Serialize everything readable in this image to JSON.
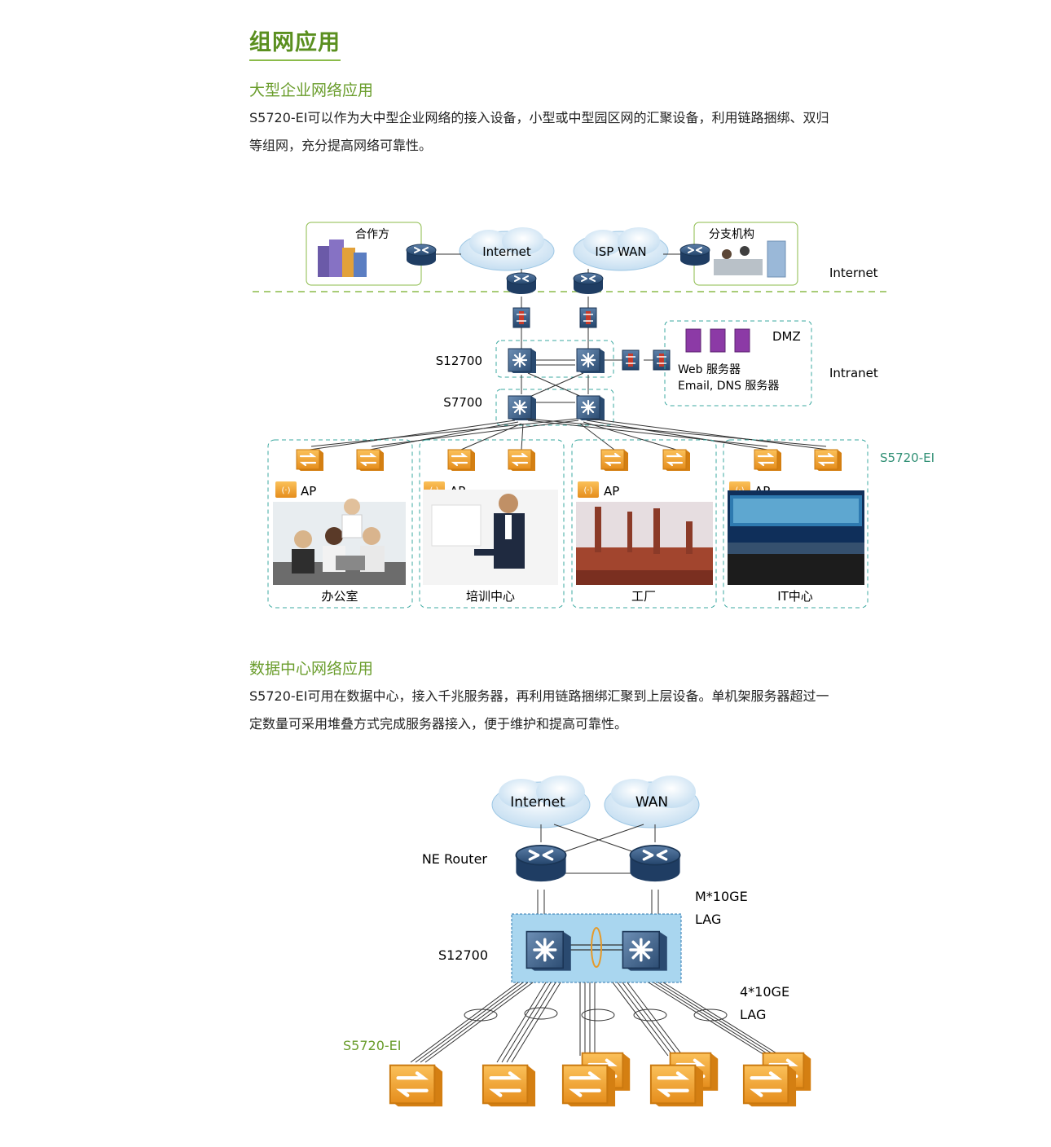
{
  "heading": "组网应用",
  "section1": {
    "title": "大型企业网络应用",
    "para_line1": "S5720-EI可以作为大中型企业网络的接入设备，小型或中型园区网的汇聚设备，利用链路捆绑、双归",
    "para_line2": "等组网，充分提高网络可靠性。"
  },
  "diagram1": {
    "partner": "合作方",
    "internet_cloud": "Internet",
    "isp_cloud": "ISP WAN",
    "branch": "分支机构",
    "zone_internet": "Internet",
    "zone_intranet": "Intranet",
    "core_label": "S12700",
    "agg_label": "S7700",
    "dmz_label": "DMZ",
    "dmz_line1": "Web 服务器",
    "dmz_line2": "Email, DNS 服务器",
    "access_label": "S5720-EI",
    "ap_label": "AP",
    "sites": [
      "办公室",
      "培训中心",
      "工厂",
      "IT中心"
    ]
  },
  "section2": {
    "title": "数据中心网络应用",
    "para_line1": "S5720-EI可用在数据中心，接入千兆服务器，再利用链路捆绑汇聚到上层设备。单机架服务器超过一",
    "para_line2": "定数量可采用堆叠方式完成服务器接入，便于维护和提高可靠性。"
  },
  "diagram2": {
    "cloud1": "Internet",
    "cloud2": "WAN",
    "router_label": "NE Router",
    "lag1_line1": "M*10GE",
    "lag1_line2": "LAG",
    "core_label": "S12700",
    "lag2_line1": "4*10GE",
    "lag2_line2": "LAG",
    "access_label": "S5720-EI"
  },
  "colors": {
    "accent_green": "#6a9d2c",
    "switch_orange": "#f0a53a",
    "router_blue": "#2d4f78",
    "dashed_teal": "#3ba8a0"
  }
}
